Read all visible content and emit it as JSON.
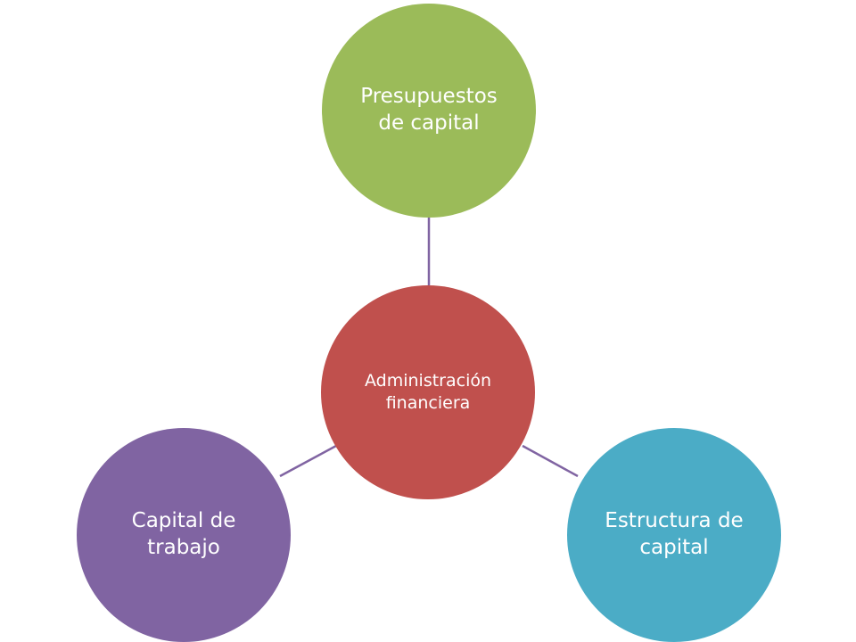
{
  "diagram": {
    "connector_color": "#8064a2",
    "center": {
      "label": "Administración\nfinanciera",
      "color": "#c0504d"
    },
    "nodes": [
      {
        "id": "top",
        "label": "Presupuestos\nde capital",
        "color": "#9bbb59"
      },
      {
        "id": "left",
        "label": "Capital de\ntrabajo",
        "color": "#8064a2"
      },
      {
        "id": "right",
        "label": "Estructura de\ncapital",
        "color": "#4bacc6"
      }
    ]
  }
}
